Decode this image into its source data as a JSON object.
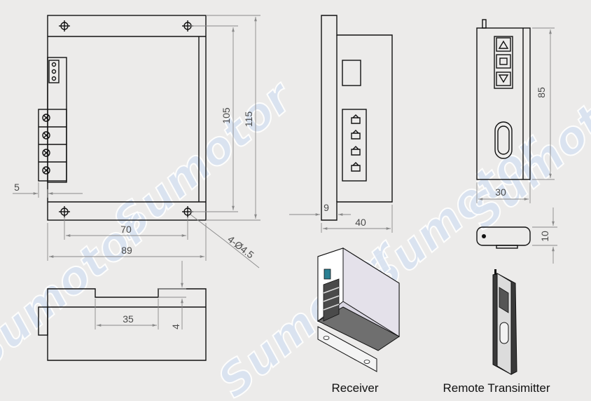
{
  "watermark": "Sumotor",
  "dimensions": {
    "receiver_front": {
      "overall_height": "115",
      "hole_spacing_vertical": "105",
      "overall_width": "89",
      "hole_spacing_horizontal": "70",
      "edge_offset": "5",
      "mounting_holes": "4-Ø4.5"
    },
    "receiver_side": {
      "depth": "40",
      "flange": "9"
    },
    "receiver_top": {
      "slot_width": "35",
      "slot_depth": "4"
    },
    "remote_front": {
      "height": "85",
      "width": "30"
    },
    "remote_side": {
      "thickness": "10"
    }
  },
  "captions": {
    "receiver": "Receiver",
    "remote": "Remote Transimitter"
  },
  "colors": {
    "line": "#111111",
    "dimension": "#8a8a8a",
    "background": "#ecebea",
    "receiver_body": "#d9d6e2"
  }
}
